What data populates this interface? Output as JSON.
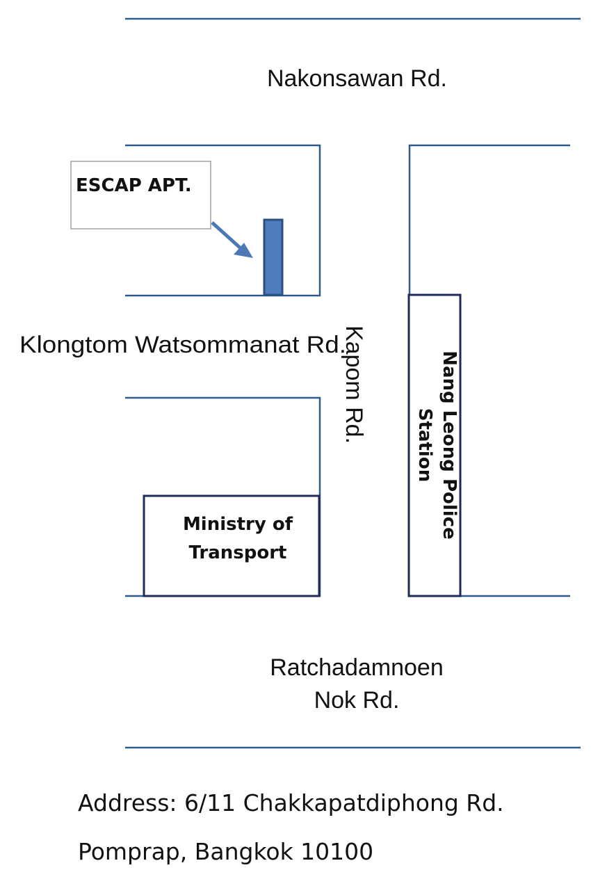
{
  "roads": {
    "top": "Nakonsawan Rd.",
    "middle": "Klongtom Watsommanat Rd.",
    "vertical": "Kapom Rd.",
    "bottom_line1": "Ratchadamnoen",
    "bottom_line2": "Nok Rd."
  },
  "callout": {
    "label": "ESCAP APT."
  },
  "buildings": {
    "ministry_line1": "Ministry of",
    "ministry_line2": "Transport",
    "police_line1": "Nang Leong Police",
    "police_line2": "Station"
  },
  "address": {
    "line1": "Address: 6/11 Chakkapatdiphong Rd.",
    "line2": "Pomprap, Bangkok 10100"
  },
  "colors": {
    "road": "#2e5b8a",
    "building_outline": "#1d2a5a",
    "marker": "#4f7dbf",
    "callout_border": "#a0a0a0"
  }
}
